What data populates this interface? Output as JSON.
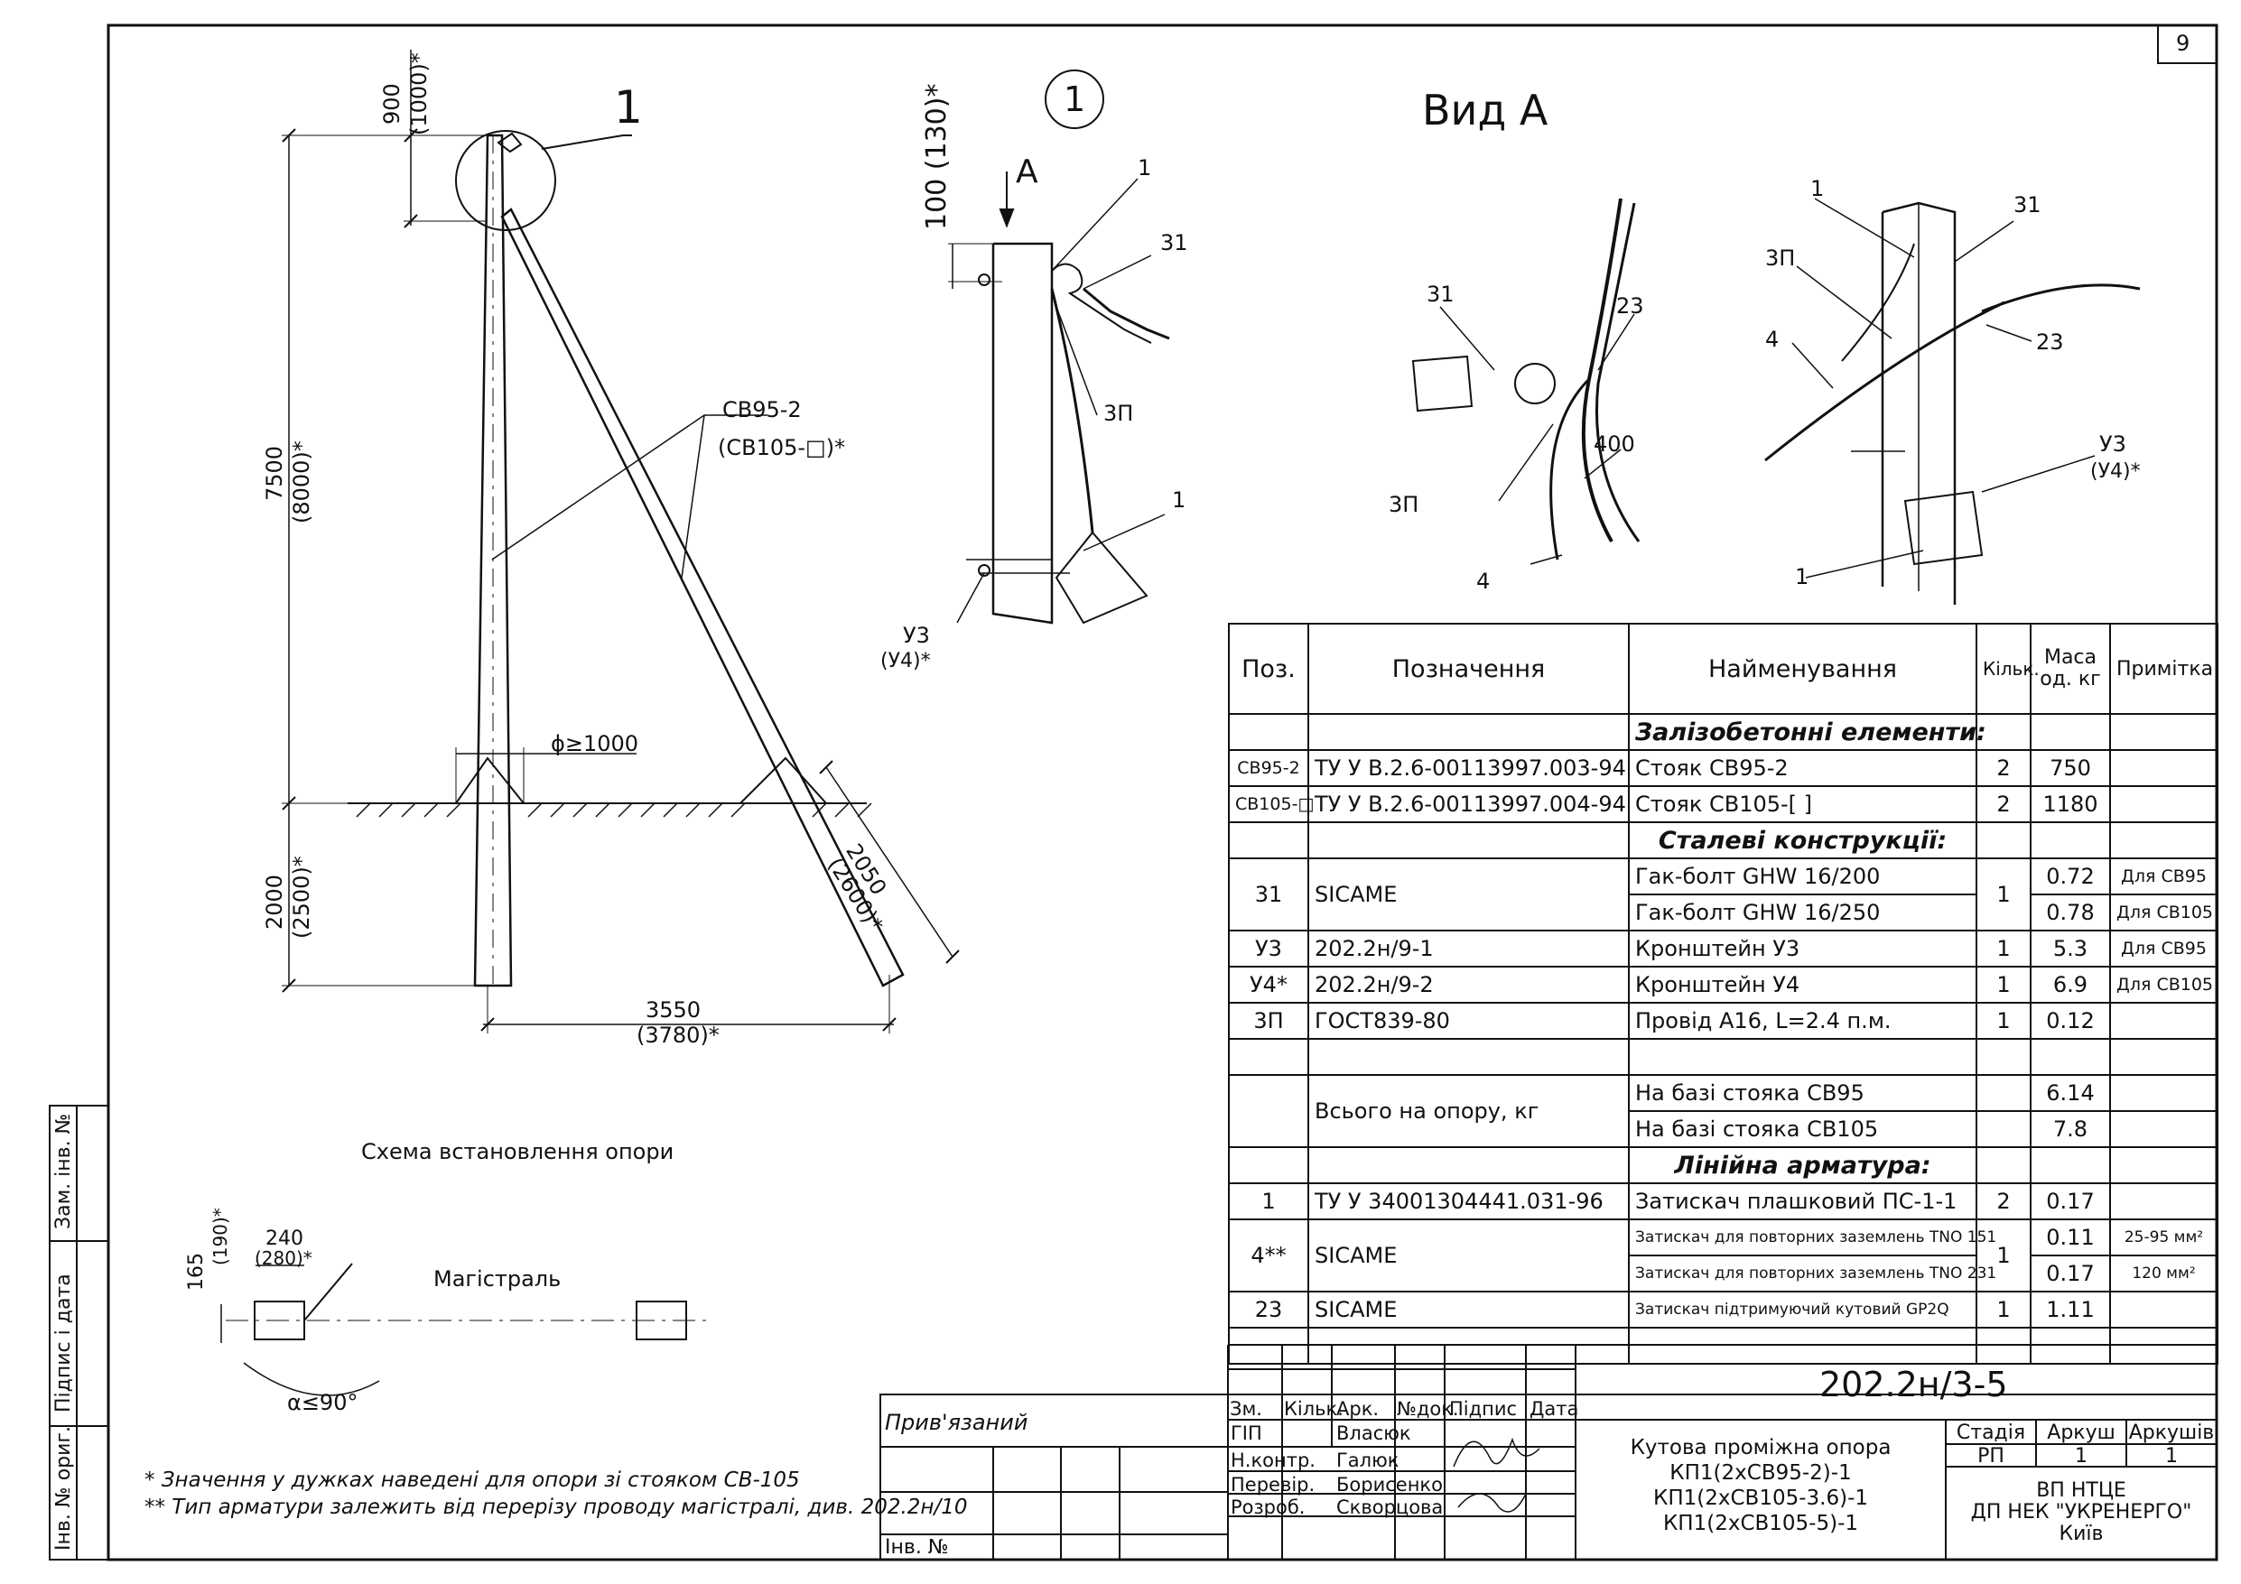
{
  "sheet_number": "9",
  "view_title": "Вид А",
  "left_drawing": {
    "callout": "1",
    "dim_top": "900",
    "dim_top_alt": "(1000)*",
    "dim_height": "7500",
    "dim_height_alt": "(8000)*",
    "dim_ground": "2000",
    "dim_ground_alt": "(2500)*",
    "dim_strut": "2050",
    "dim_strut_alt": "(2600)*",
    "dim_base": "3550",
    "dim_base_alt": "(3780)*",
    "dim_pit": "ϕ≥1000",
    "pole_label": "СВ95-2",
    "pole_label_alt": "(СВ105-□)*",
    "caption": "Схема встановлення опори"
  },
  "detail_drawing": {
    "callout": "1",
    "dim": "100 (130)*",
    "arrow_label": "А",
    "labels": [
      "1",
      "31",
      "3П",
      "1",
      "У3",
      "(У4)*"
    ]
  },
  "view_a_left": {
    "labels": [
      "31",
      "23",
      "400",
      "3П",
      "4"
    ]
  },
  "view_a_right": {
    "labels": [
      "1",
      "31",
      "3П",
      "4",
      "23",
      "У3",
      "(У4)*",
      "1"
    ]
  },
  "plan_sketch": {
    "dim_165": "165",
    "dim_190": "(190)*",
    "dim_240": "240",
    "dim_280": "(280)*",
    "main_line": "Магістраль",
    "angle": "α≤90°"
  },
  "notes": [
    "* Значення у дужках наведені для опори зі стояком СВ-105",
    "** Тип арматури залежить від перерізу проводу магістралі, див. 202.2н/10"
  ],
  "side_stamp": [
    "Інв. № ориг.",
    "Підпис і дата",
    "Зам. інв. №"
  ],
  "spec_table": {
    "headers": [
      "Поз.",
      "Позначення",
      "Найменування",
      "Кільк.",
      "Маса од. кг",
      "Примітка"
    ],
    "section_concrete": "Залізобетонні елементи:",
    "row_sv95": [
      "СВ95-2",
      "ТУ У В.2.6-00113997.003-94",
      "Стояк СВ95-2",
      "2",
      "750",
      ""
    ],
    "row_sv105": [
      "СВ105-□",
      "ТУ У В.2.6-00113997.004-94",
      "Стояк СВ105-[     ]",
      "2",
      "1180",
      ""
    ],
    "section_steel": "Сталеві конструкції:",
    "row_31_pos": "31",
    "row_31_des": "SICAME",
    "row_31_qty": "1",
    "row_31a_name": "Гак-болт GHW 16/200",
    "row_31a_mass": "0.72",
    "row_31a_note": "Для СВ95",
    "row_31b_name": "Гак-болт GHW 16/250",
    "row_31b_mass": "0.78",
    "row_31b_note": "Для СВ105",
    "row_u3": [
      "У3",
      "202.2н/9-1",
      "Кронштейн У3",
      "1",
      "5.3",
      "Для СВ95"
    ],
    "row_u4": [
      "У4*",
      "202.2н/9-2",
      "Кронштейн У4",
      "1",
      "6.9",
      "Для СВ105"
    ],
    "row_3p": [
      "3П",
      "ГОСТ839-80",
      "Провід А16, L=2.4 п.м.",
      "1",
      "0.12",
      ""
    ],
    "total_label": "Всього на опору, кг",
    "total_a_name": "На базі стояка СВ95",
    "total_a_mass": "6.14",
    "total_b_name": "На базі стояка СВ105",
    "total_b_mass": "7.8",
    "section_linear": "Лінійна арматура:",
    "row_1": [
      "1",
      "ТУ У 34001304441.031-96",
      "Затискач плашковий ПС-1-1",
      "2",
      "0.17",
      ""
    ],
    "row_4_pos": "4**",
    "row_4_des": "SICAME",
    "row_4_qty": "1",
    "row_4a_name": "Затискач для повторних заземлень TNO 151",
    "row_4a_mass": "0.11",
    "row_4a_note": "25-95 мм²",
    "row_4b_name": "Затискач для повторних заземлень TNO 231",
    "row_4b_mass": "0.17",
    "row_4b_note": "120 мм²",
    "row_23": [
      "23",
      "SICAME",
      "Затискач підтримуючий кутовий GP2Q",
      "1",
      "1.11",
      ""
    ]
  },
  "title_block": {
    "doc_code": "202.2н/3-5",
    "attached": "Прив'язаний",
    "inv_no": "Інв. №",
    "col_headers": [
      "Зм.",
      "Кільк.",
      "Арк.",
      "№док.",
      "Підпис",
      "Дата"
    ],
    "roles": [
      "ГІП",
      "Н.контр.",
      "Перевір.",
      "Розроб."
    ],
    "names": [
      "Власюк",
      "Галюк",
      "Борисенко",
      "Скворцова"
    ],
    "title_lines": [
      "Кутова проміжна опора",
      "КП1(2хСВ95-2)-1",
      "КП1(2хСВ105-3.6)-1",
      "КП1(2хСВ105-5)-1"
    ],
    "stage_header": [
      "Стадія",
      "Аркуш",
      "Аркушів"
    ],
    "stage_values": [
      "РП",
      "1",
      "1"
    ],
    "org_lines": [
      "ВП НТЦЕ",
      "ДП НЕК \"УКРЕНЕРГО\"",
      "Київ"
    ]
  }
}
